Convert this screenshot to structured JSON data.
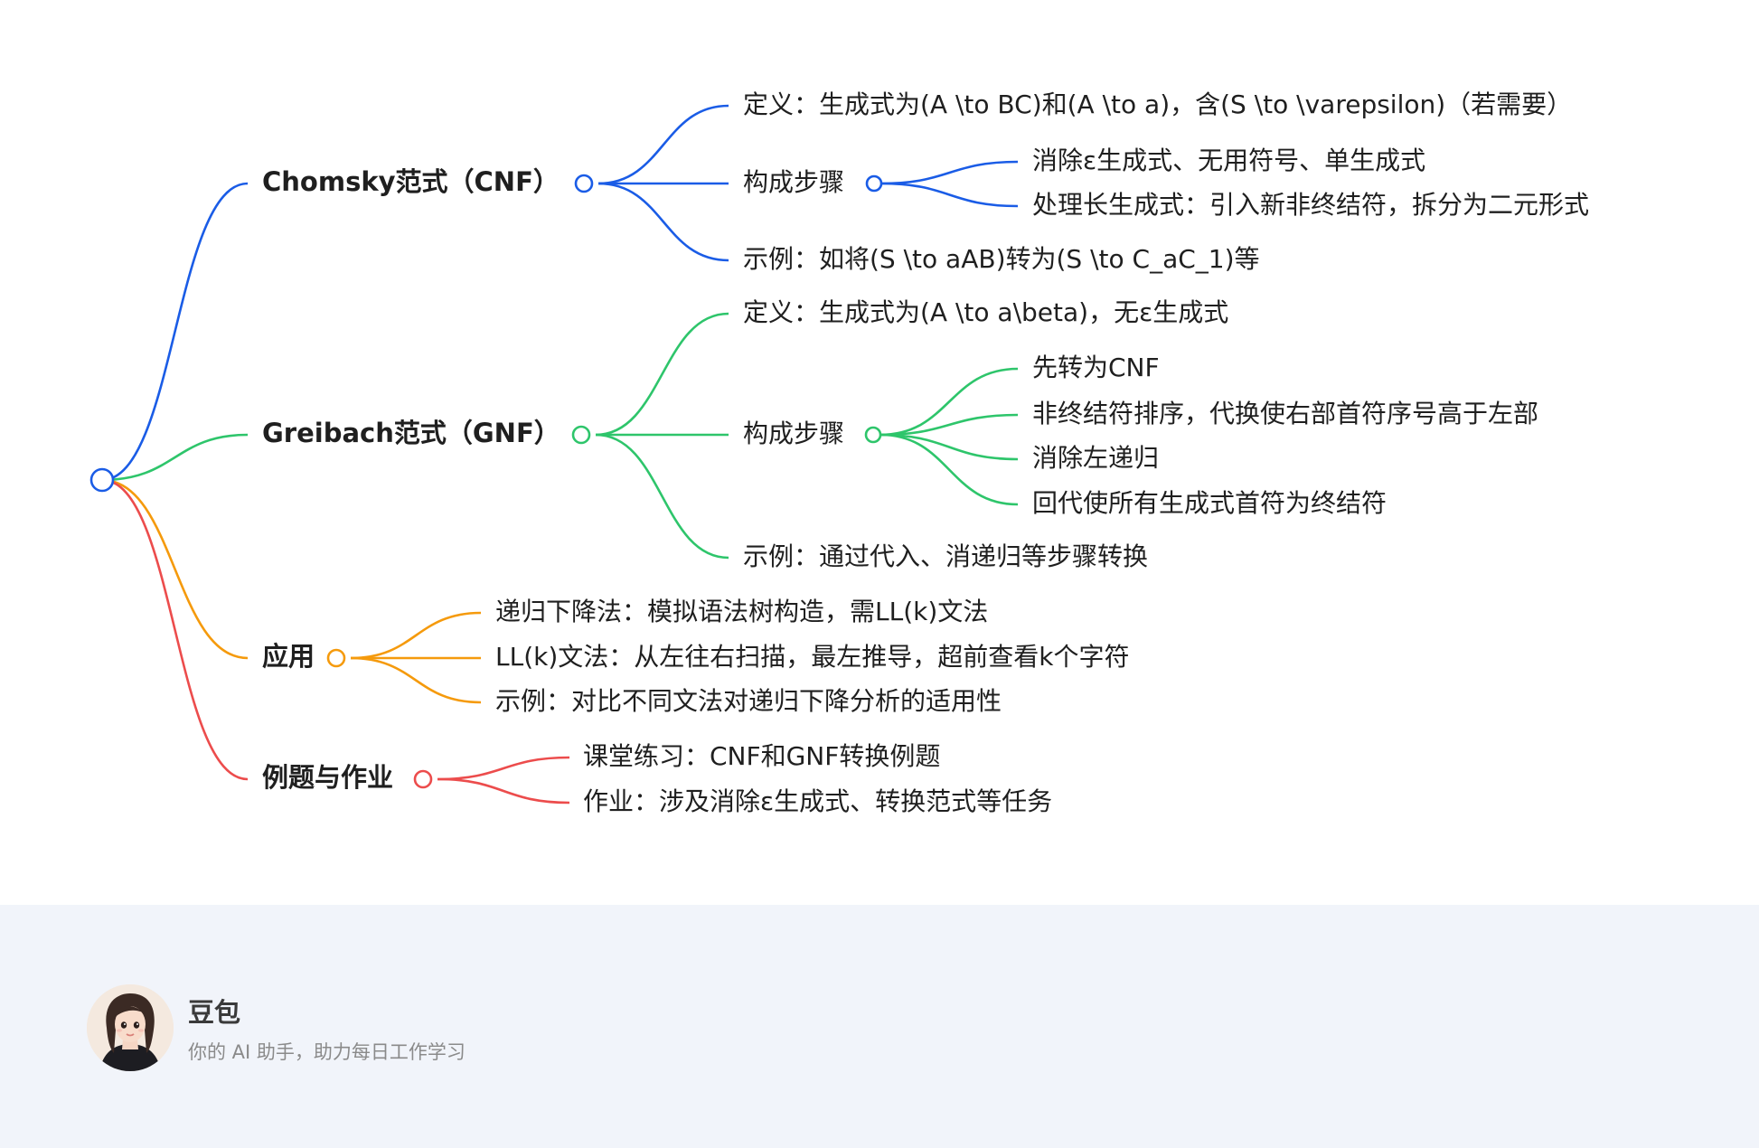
{
  "mindmap": {
    "branches": [
      {
        "label": "Chomsky范式（CNF）",
        "color": "#1a5ce6",
        "children": [
          {
            "label": "定义：生成式为(A \\to BC)和(A \\to a)，含(S \\to \\varepsilon)（若需要）"
          },
          {
            "label": "构成步骤",
            "children": [
              "消除ε生成式、无用符号、单生成式",
              "处理长生成式：引入新非终结符，拆分为二元形式"
            ]
          },
          {
            "label": "示例：如将(S \\to aAB)转为(S \\to C_aC_1)等"
          }
        ]
      },
      {
        "label": "Greibach范式（GNF）",
        "color": "#2ec56b",
        "children": [
          {
            "label": "定义：生成式为(A \\to a\\beta)，无ε生成式"
          },
          {
            "label": "构成步骤",
            "children": [
              "先转为CNF",
              "非终结符排序，代换使右部首符序号高于左部",
              "消除左递归",
              "回代使所有生成式首符为终结符"
            ]
          },
          {
            "label": "示例：通过代入、消递归等步骤转换"
          }
        ]
      },
      {
        "label": "应用",
        "color": "#f59a0c",
        "children": [
          {
            "label": "递归下降法：模拟语法树构造，需LL(k)文法"
          },
          {
            "label": "LL(k)文法：从左往右扫描，最左推导，超前查看k个字符"
          },
          {
            "label": "示例：对比不同文法对递归下降分析的适用性"
          }
        ]
      },
      {
        "label": "例题与作业",
        "color": "#ec4c4c",
        "children": [
          {
            "label": "课堂练习：CNF和GNF转换例题"
          },
          {
            "label": "作业：涉及消除ε生成式、转换范式等任务"
          }
        ]
      }
    ]
  },
  "footer": {
    "brand_name": "豆包",
    "tagline": "你的 AI 助手，助力每日工作学习",
    "avatar_icon": "avatar-icon"
  }
}
